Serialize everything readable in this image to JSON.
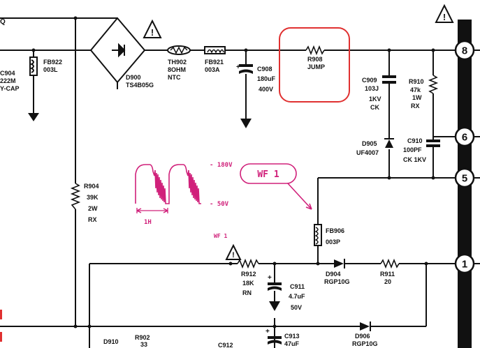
{
  "top_left_fragment": "Q",
  "pins": {
    "p8": "8",
    "p6": "6",
    "p5": "5",
    "p1": "1"
  },
  "warnings": {
    "w1": "!",
    "w2": "!",
    "w3": "!"
  },
  "components": {
    "c904": [
      "C904",
      "222M",
      "Y-CAP"
    ],
    "fb922": [
      "FB922",
      "003L"
    ],
    "d900": [
      "D900",
      "TS4B05G"
    ],
    "th902": [
      "TH902",
      "8OHM",
      "NTC"
    ],
    "fb921": [
      "FB921",
      "003A"
    ],
    "c908": [
      "C908",
      "180uF",
      "400V"
    ],
    "r908": [
      "R908",
      "JUMP"
    ],
    "c909": [
      "C909",
      "103J",
      "1KV",
      "CK"
    ],
    "r910": [
      "R910",
      "47k",
      "1W",
      "RX"
    ],
    "d905": [
      "D905",
      "UF4007"
    ],
    "c910": [
      "C910",
      "100PF",
      "CK 1KV"
    ],
    "r904": [
      "R904",
      "39K",
      "2W",
      "RX"
    ],
    "fb906": [
      "FB906",
      "003P"
    ],
    "r912": [
      "R912",
      "18K",
      "RN"
    ],
    "c911": [
      "C911",
      "4.7uF",
      "50V"
    ],
    "d904": [
      "D904",
      "RGP10G"
    ],
    "r911": [
      "R911",
      "20"
    ],
    "d906": [
      "D906",
      "RGP10G"
    ],
    "c913": [
      "C913",
      "47uF"
    ],
    "d910": [
      "D910"
    ],
    "r902": [
      "R902",
      "33"
    ],
    "c912": [
      "C912"
    ]
  },
  "waveform": {
    "tag": "WF 1",
    "tag_small": "WF 1",
    "v_high": "- 180V",
    "v_low": "- 50V",
    "period": "1H"
  },
  "colors": {
    "line": "#111111",
    "annotation": "#d0207a",
    "highlight": "#e03030"
  }
}
